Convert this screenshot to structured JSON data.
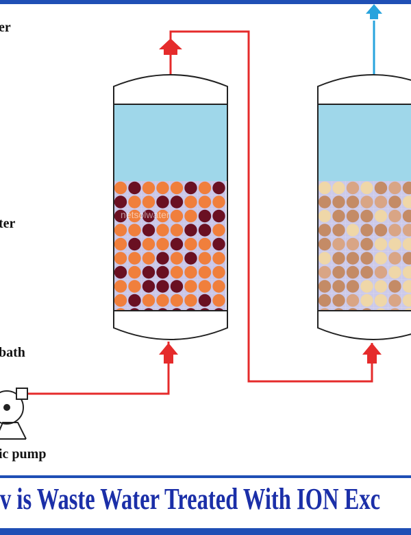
{
  "labels": {
    "top": "er",
    "middle": "ter",
    "bath": "bath",
    "pump": "ic pump"
  },
  "caption": "v is Waste Water Treated With ION Exc",
  "watermark": "netsolwater",
  "colors": {
    "frame": "#1f4fb5",
    "pipe_red": "#e52b2b",
    "pipe_blue": "#27a3dd",
    "water": "#9fd7ea",
    "vessel_outline": "#222222",
    "caption": "#1b2fa8",
    "resin_left": [
      "#f07f3c",
      "#6a1022",
      "#c9c6e8"
    ],
    "resin_right": [
      "#c48b66",
      "#efd7a8",
      "#d9a585",
      "#cbc9ea"
    ]
  },
  "icons": {
    "pipe_up_arrow": "arrow-up-icon",
    "pump": "pump-icon"
  }
}
